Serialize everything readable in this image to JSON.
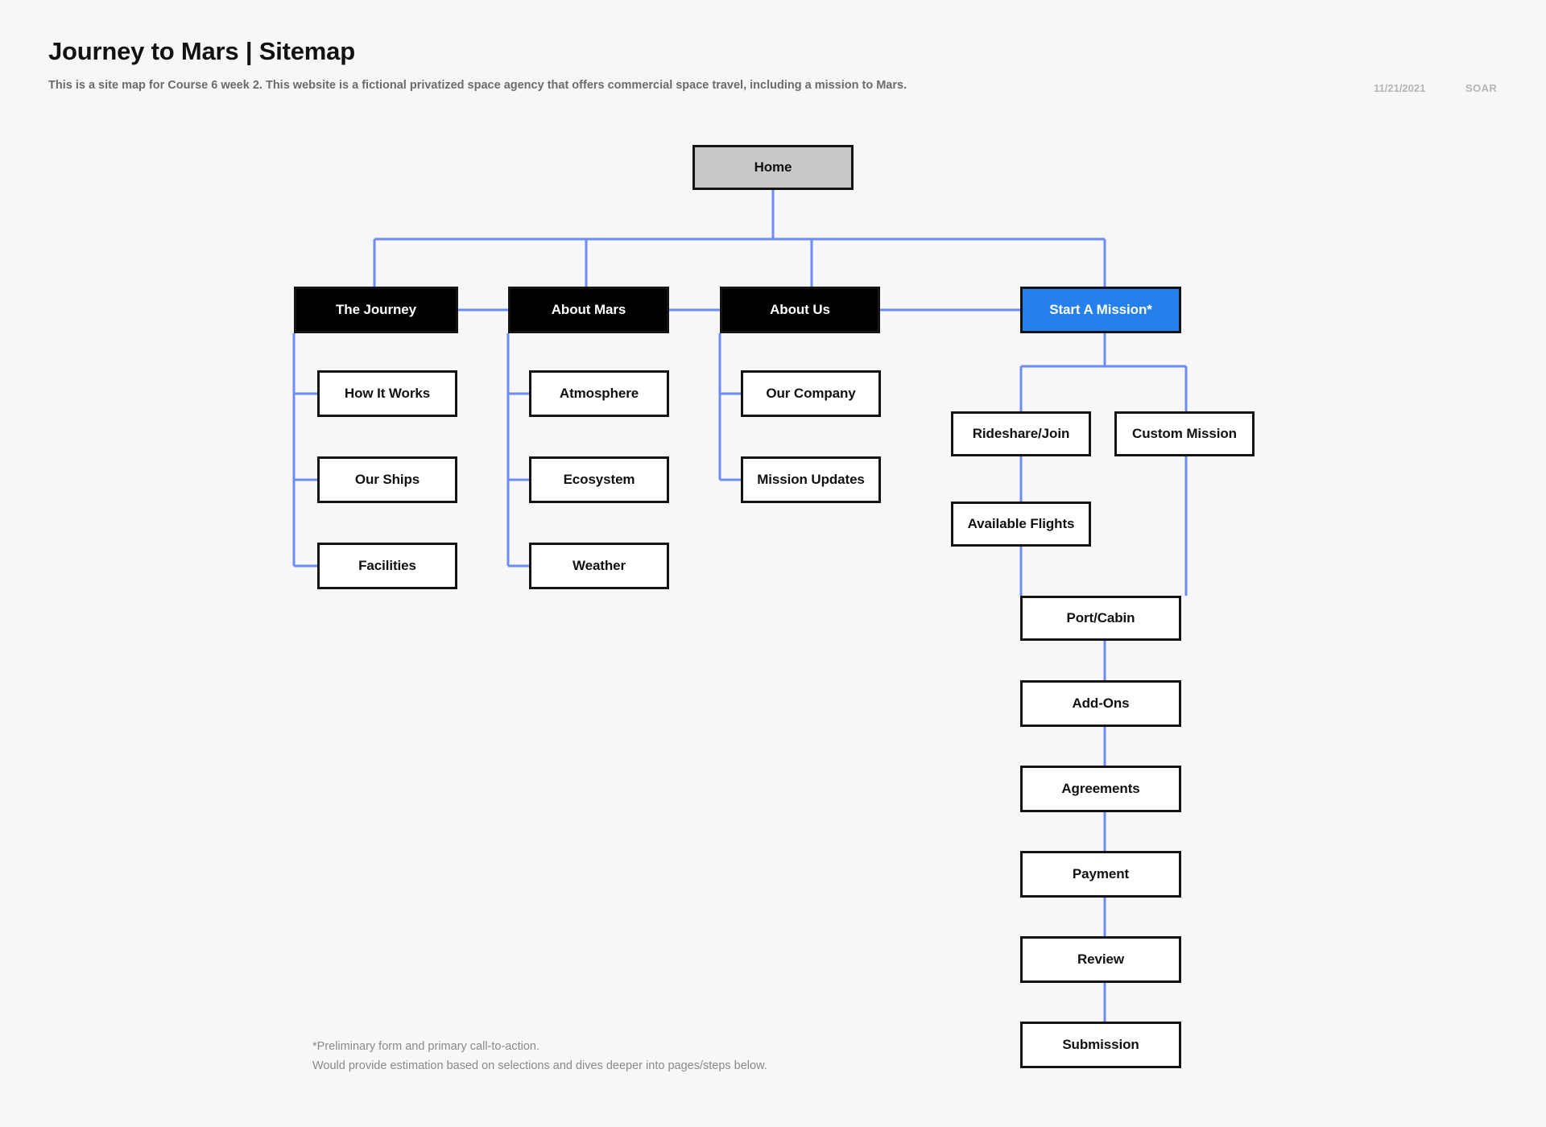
{
  "header": {
    "title": "Journey to Mars | Sitemap",
    "subtitle": "This is a site map for Course 6 week 2. This website is a fictional privatized space agency that offers commercial space travel, including a mission to Mars.",
    "date": "11/21/2021",
    "author": "SOAR"
  },
  "colors": {
    "background": "#f7f7f7",
    "connector": "#6e8bf5",
    "highlight": "#2680eb",
    "root_fill": "#c8c8c8",
    "section_fill": "#000000",
    "leaf_fill": "#ffffff",
    "border": "#141414",
    "muted_text": "#8a8a8a"
  },
  "nodes": {
    "home": "Home",
    "the_journey": "The Journey",
    "about_mars": "About Mars",
    "about_us": "About Us",
    "start_a_mission": "Start A Mission*",
    "how_it_works": "How It Works",
    "our_ships": "Our Ships",
    "facilities": "Facilities",
    "atmosphere": "Atmosphere",
    "ecosystem": "Ecosystem",
    "weather": "Weather",
    "our_company": "Our Company",
    "mission_updates": "Mission Updates",
    "rideshare_join": "Rideshare/Join",
    "custom_mission": "Custom Mission",
    "available_flights": "Available Flights",
    "port_cabin": "Port/Cabin",
    "add_ons": "Add-Ons",
    "agreements": "Agreements",
    "payment": "Payment",
    "review": "Review",
    "submission": "Submission"
  },
  "footnote": {
    "line1": "*Preliminary form and primary call-to-action.",
    "line2": "Would provide estimation based on selections and dives deeper into pages/steps below."
  }
}
